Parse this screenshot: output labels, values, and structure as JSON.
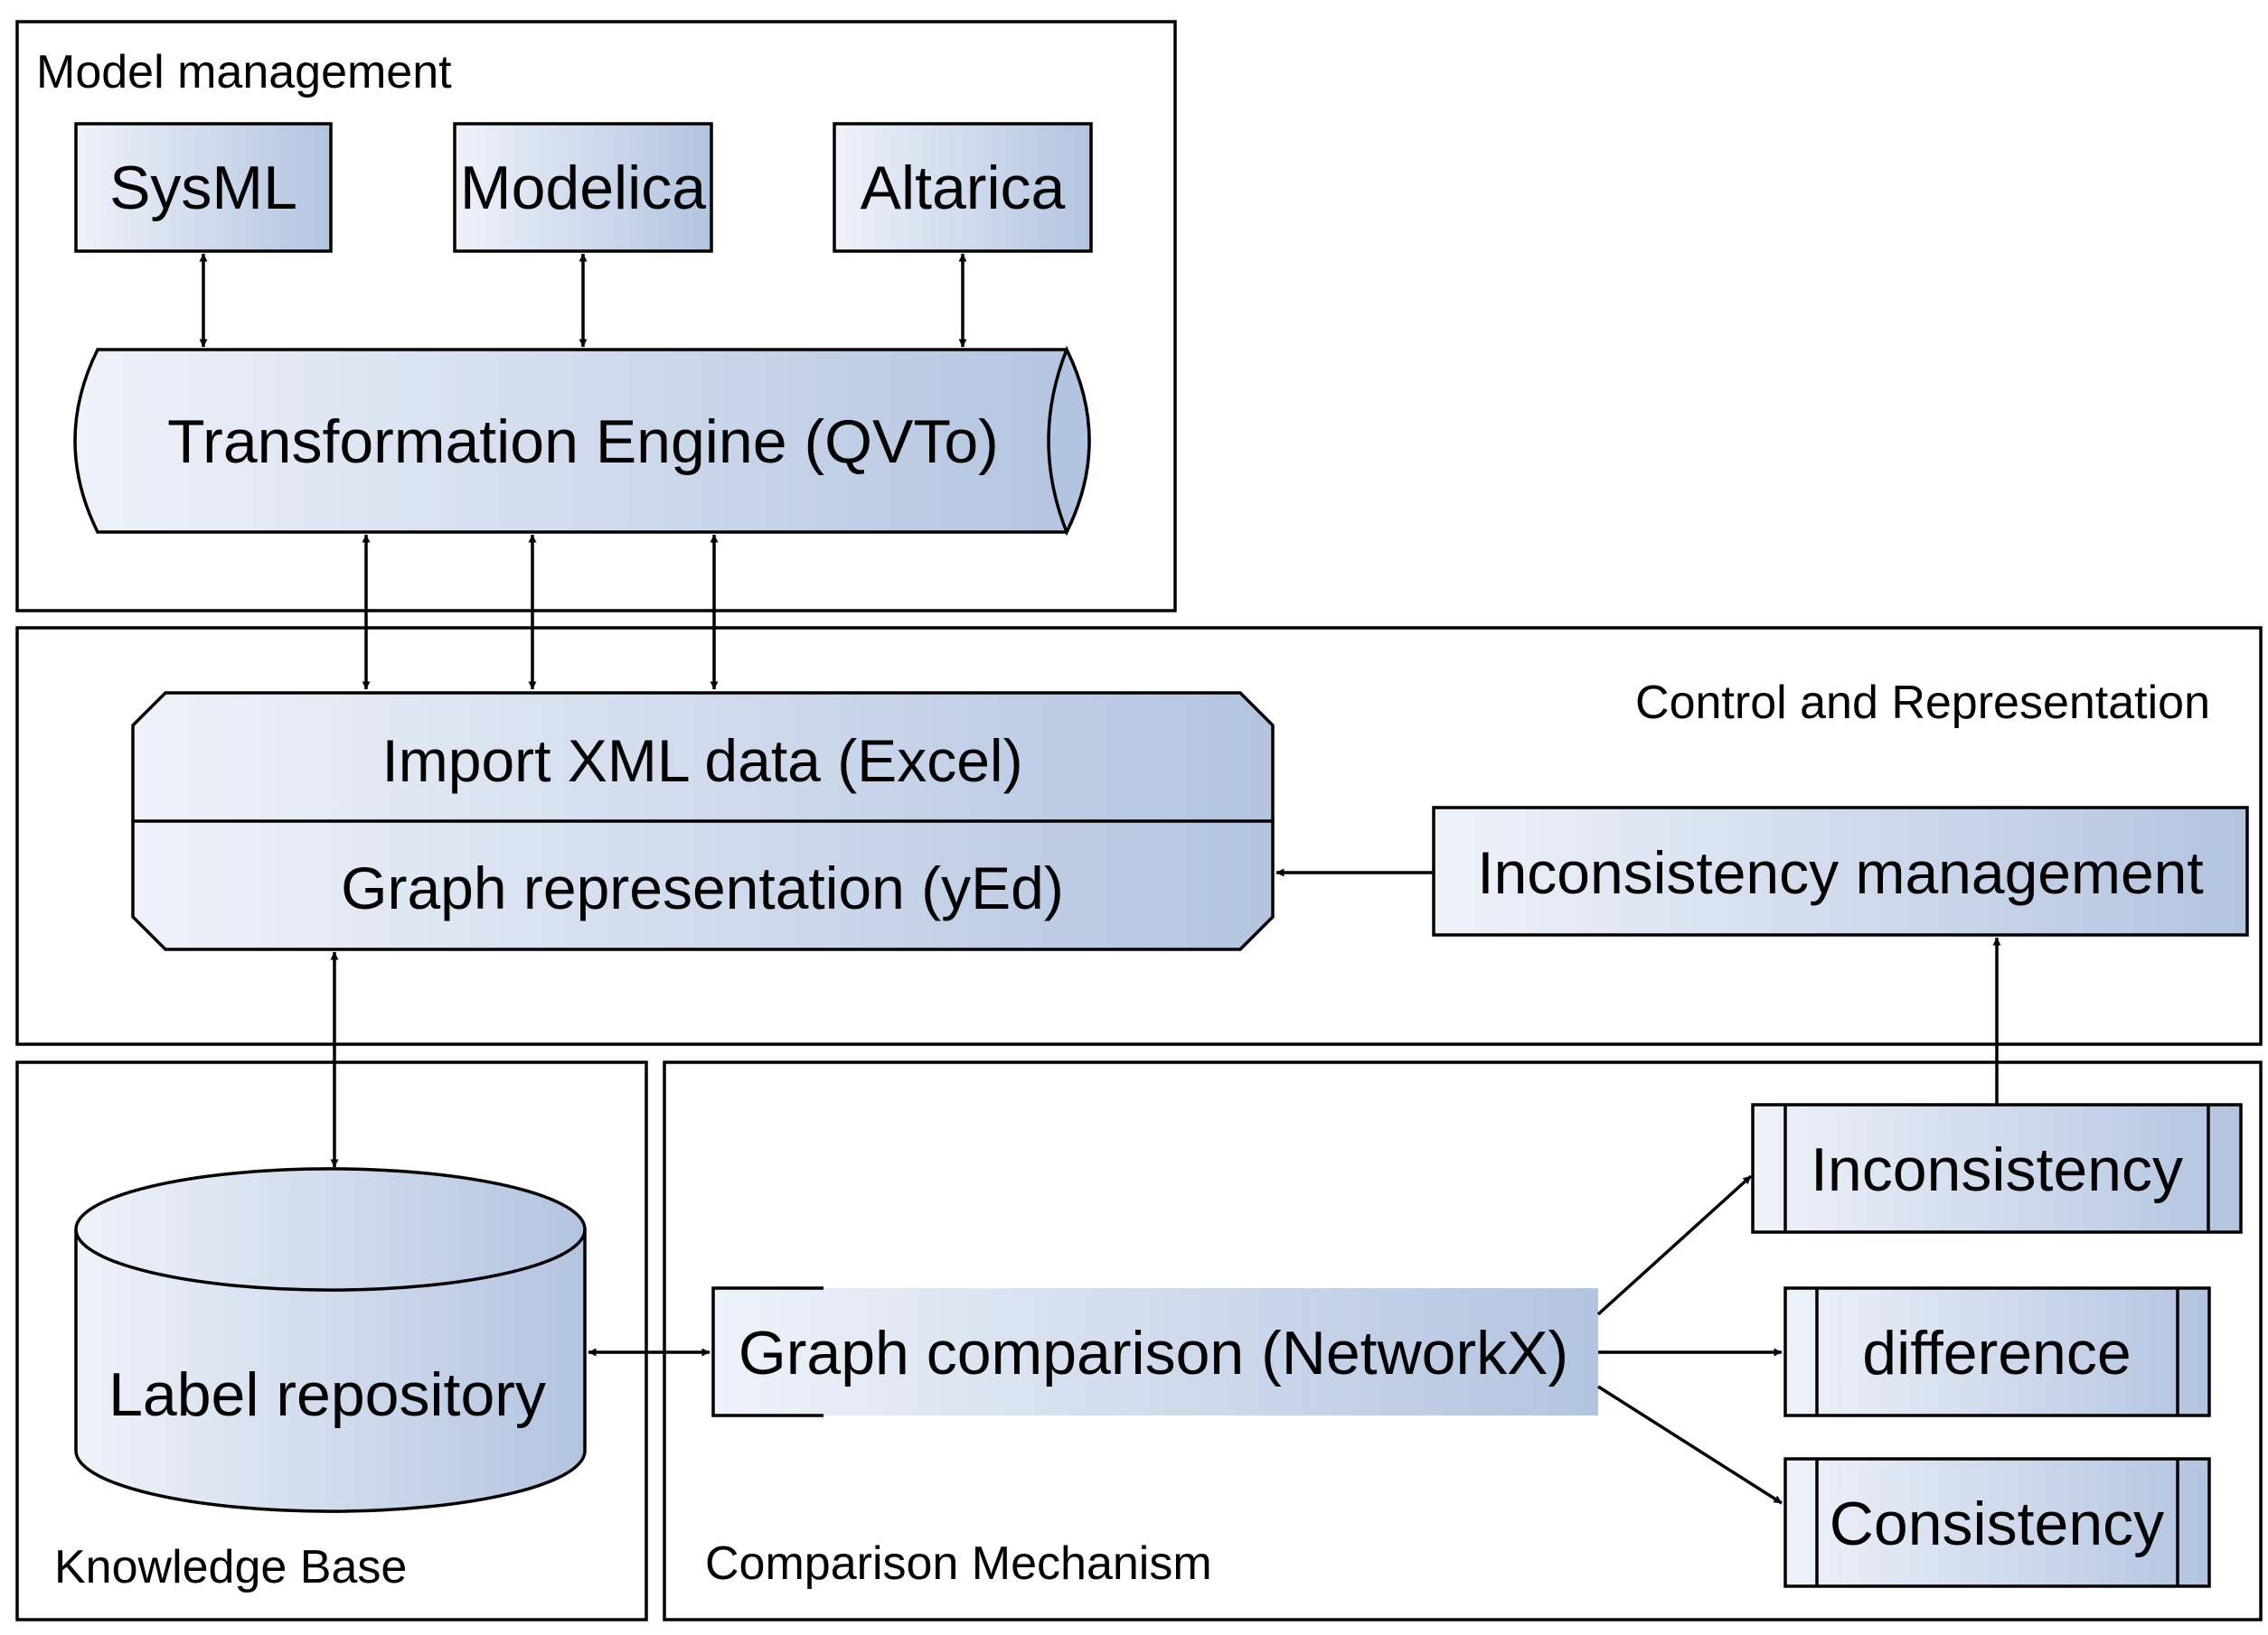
{
  "colors": {
    "fill_light": "#EEF2FA",
    "fill_dark": "#B3C4E0",
    "stroke": "#000000",
    "background": "#FFFFFF"
  },
  "groups": {
    "model_management": "Model management",
    "control_representation": "Control and Representation",
    "knowledge_base": "Knowledge Base",
    "comparison_mechanism": "Comparison Mechanism"
  },
  "nodes": {
    "sysml": "SysML",
    "modelica": "Modelica",
    "altarica": "Altarica",
    "transformation_engine": "Transformation Engine (QVTo)",
    "import_xml": "Import XML data (Excel)",
    "graph_representation": "Graph representation (yEd)",
    "inconsistency_management": "Inconsistency management",
    "label_repository": "Label repository",
    "graph_comparison": "Graph comparison (NetworkX)",
    "inconsistency": "Inconsistency",
    "difference": "difference",
    "consistency": "Consistency"
  }
}
